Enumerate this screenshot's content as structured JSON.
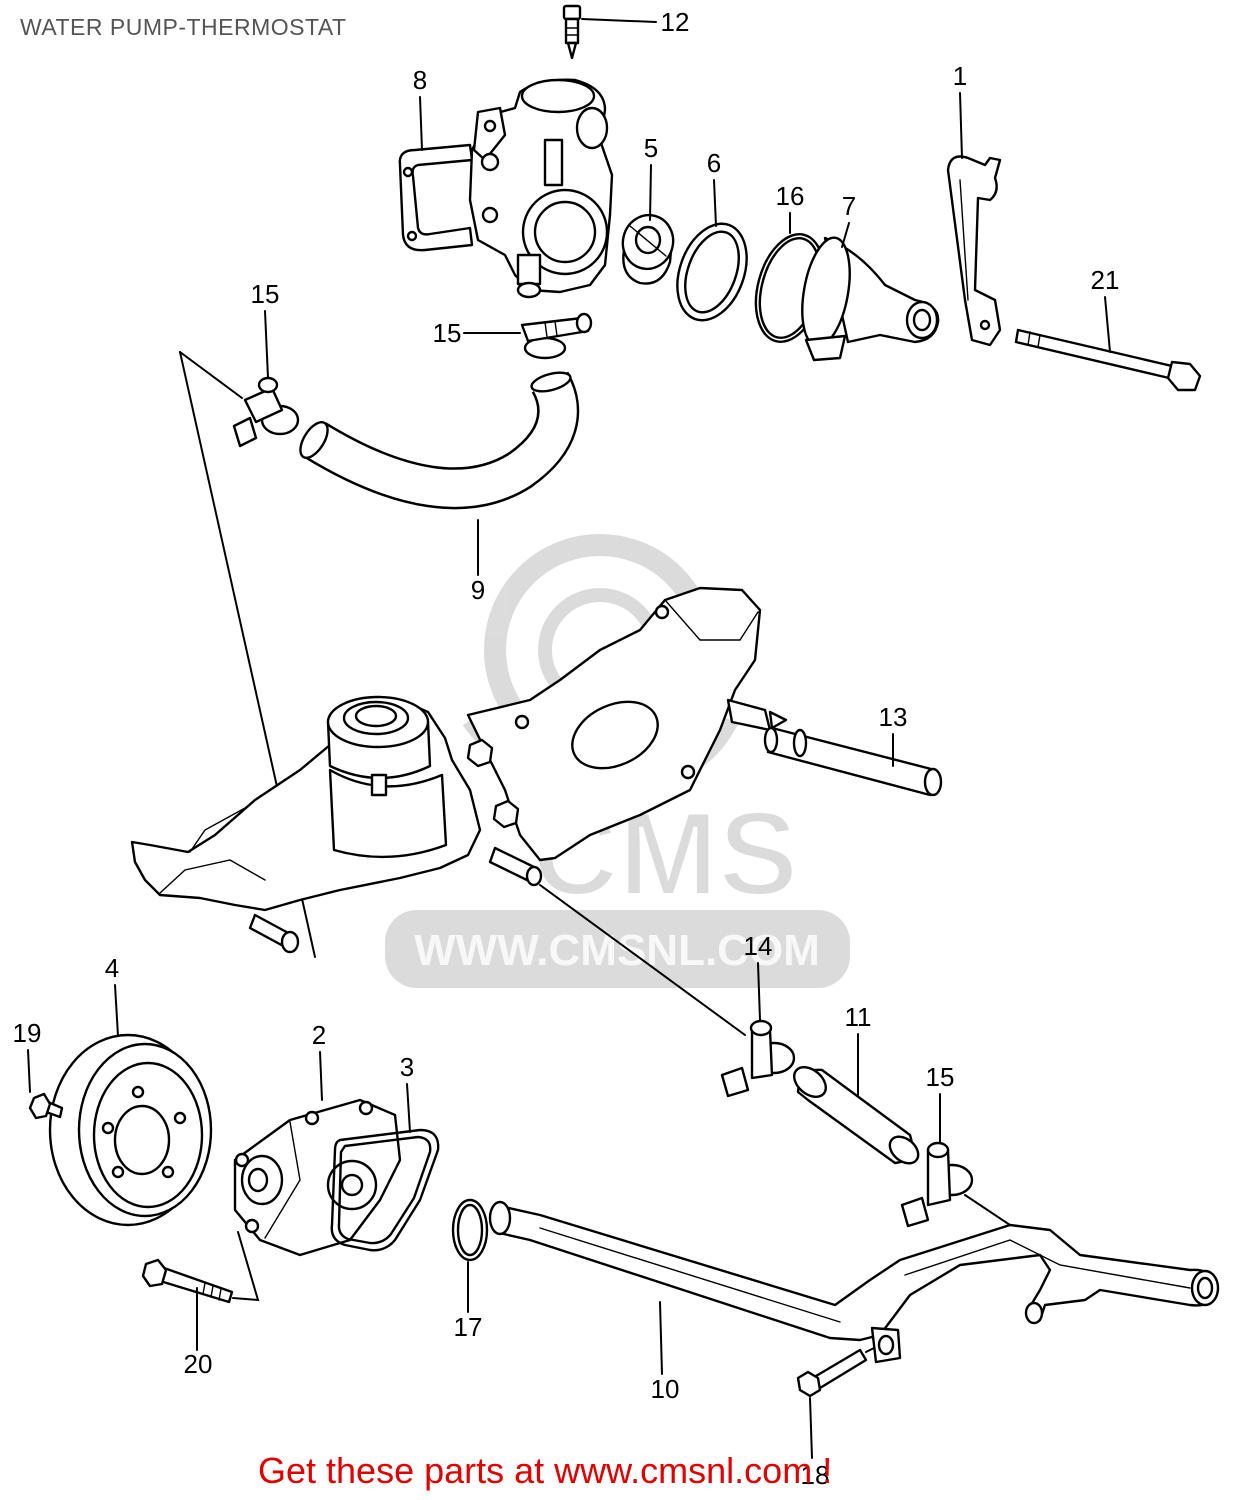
{
  "title": "WATER PUMP-THERMOSTAT",
  "callouts": [
    "12",
    "8",
    "5",
    "6",
    "16",
    "7",
    "1",
    "21",
    "15",
    "15",
    "9",
    "13",
    "14",
    "11",
    "15",
    "4",
    "19",
    "2",
    "3",
    "20",
    "17",
    "10",
    "18"
  ],
  "watermark": {
    "logo_text": "CMS",
    "url_text": "WWW.CMSNL.COM"
  },
  "footer": {
    "text": "Get these parts at www.cmsnl.com !"
  },
  "colors": {
    "title": "#555555",
    "footer": "#e00000",
    "line": "#000000",
    "watermark": "#c4c4c4"
  }
}
